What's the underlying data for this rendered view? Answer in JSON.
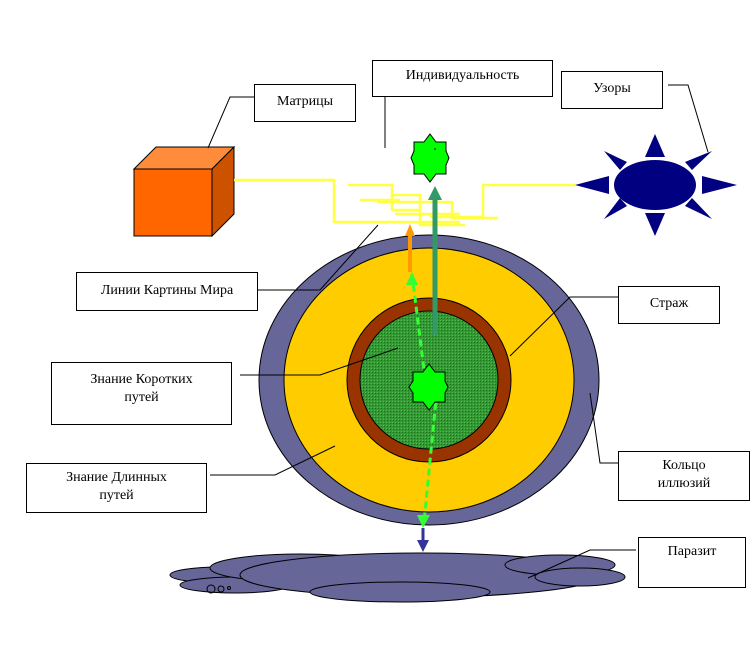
{
  "diagram": {
    "title": "",
    "labels": {
      "individuality": "Индивидуальность",
      "matrices": "Матрицы",
      "patterns": "Узоры",
      "world_picture_lines": "Линии Картины Мира",
      "guard": "Страж",
      "short_paths_line1": "Знание Коротких",
      "short_paths_line2": "путей",
      "long_paths_line1": "Знание Длинных",
      "long_paths_line2": "путей",
      "illusion_ring_line1": "Кольцо",
      "illusion_ring_line2": "иллюзий",
      "parasite": "Паразит"
    },
    "colors": {
      "cube_front": "#ff6600",
      "cube_top": "#ff8c3a",
      "cube_side": "#cc5200",
      "sun": "#000080",
      "star": "#00ff00",
      "outer_ring": "#666699",
      "yellow_ring": "#ffcc00",
      "brown_ring": "#993300",
      "core": "#339933",
      "world_lines": "#ffff44",
      "arrow_teal": "#339966",
      "arrow_orange": "#ff9900",
      "arrow_dashed": "#33ff33",
      "arrow_parasite": "#333399",
      "cloud": "#666699"
    }
  }
}
